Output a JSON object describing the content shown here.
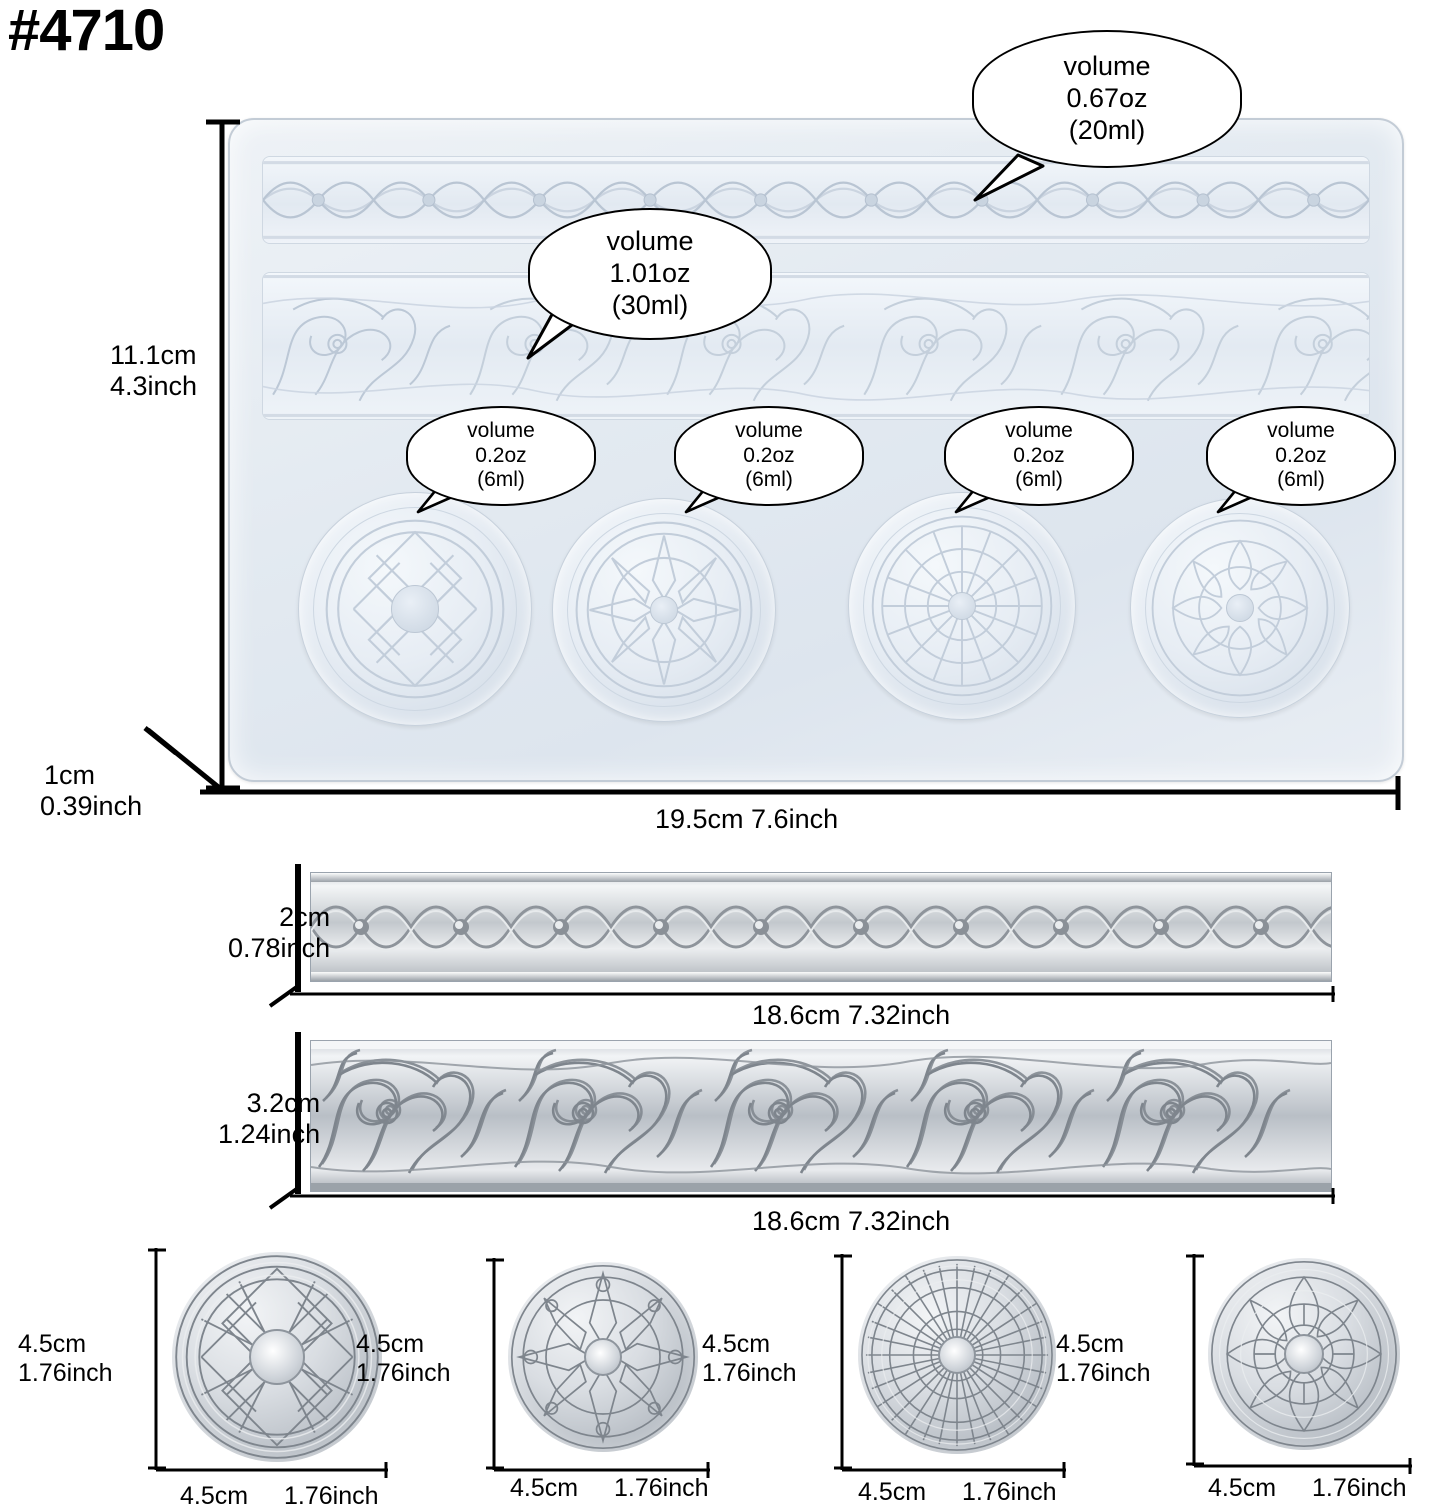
{
  "title": "#4710",
  "mold": {
    "height_label": "11.1cm\n4.3inch",
    "height_cm": "11.1cm",
    "height_inch": "4.3inch",
    "thickness_cm": "1cm",
    "thickness_inch": "0.39inch",
    "width_label": "19.5cm   7.6inch"
  },
  "callouts": [
    {
      "id": "wave-strip",
      "lines": [
        "volume",
        "0.67oz",
        "(20ml)"
      ],
      "size": "big"
    },
    {
      "id": "scroll-strip",
      "lines": [
        "volume",
        "1.01oz",
        "(30ml)"
      ],
      "size": "big"
    },
    {
      "id": "medallion-1",
      "lines": [
        "volume",
        "0.2oz",
        "(6ml)"
      ],
      "size": "small"
    },
    {
      "id": "medallion-2",
      "lines": [
        "volume",
        "0.2oz",
        "(6ml)"
      ],
      "size": "small"
    },
    {
      "id": "medallion-3",
      "lines": [
        "volume",
        "0.2oz",
        "(6ml)"
      ],
      "size": "small"
    },
    {
      "id": "medallion-4",
      "lines": [
        "volume",
        "0.2oz",
        "(6ml)"
      ],
      "size": "small"
    }
  ],
  "previews": {
    "wave_strip": {
      "height_cm": "2cm",
      "height_inch": "0.78inch",
      "width_label": "18.6cm   7.32inch"
    },
    "scroll_strip": {
      "height_cm": "3.2cm",
      "height_inch": "1.24inch",
      "width_label": "18.6cm   7.32inch"
    },
    "medallions": [
      {
        "height_cm": "4.5cm",
        "height_inch": "1.76inch",
        "width_cm": "4.5cm",
        "width_inch": "1.76inch"
      },
      {
        "height_cm": "4.5cm",
        "height_inch": "1.76inch",
        "width_cm": "4.5cm",
        "width_inch": "1.76inch"
      },
      {
        "height_cm": "4.5cm",
        "height_inch": "1.76inch",
        "width_cm": "4.5cm",
        "width_inch": "1.76inch"
      },
      {
        "height_cm": "4.5cm",
        "height_inch": "1.76inch",
        "width_cm": "4.5cm",
        "width_inch": "1.76inch"
      }
    ]
  },
  "colors": {
    "mold": "#e3eaf1",
    "outline": "#000000",
    "preview_gray": "#c8ccd1",
    "background": "#ffffff"
  }
}
